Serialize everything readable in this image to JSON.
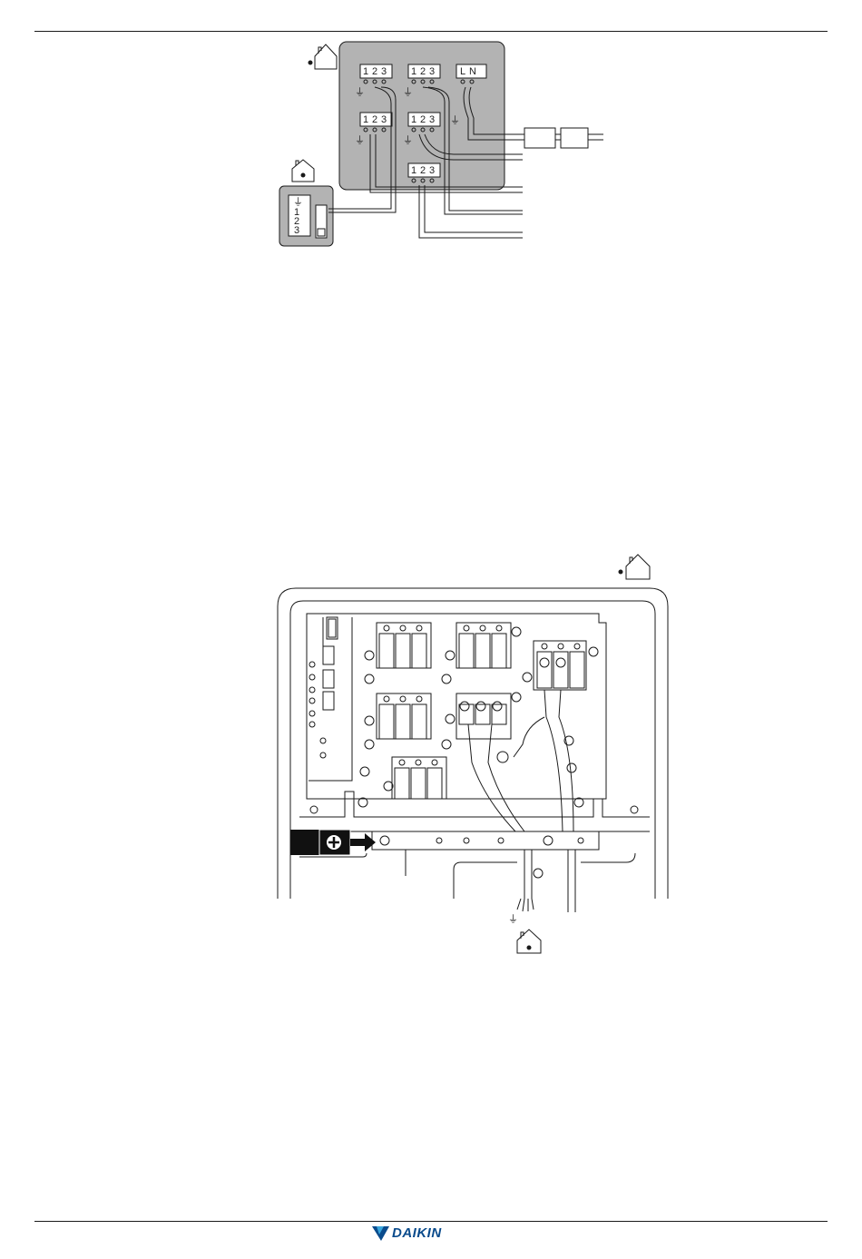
{
  "diagram_top": {
    "terminal_strips": [
      {
        "digits": [
          "1",
          "2",
          "3"
        ]
      },
      {
        "digits": [
          "1",
          "2",
          "3"
        ]
      },
      {
        "digits": [
          "L",
          "N"
        ]
      },
      {
        "digits": [
          "1",
          "2",
          "3"
        ]
      },
      {
        "digits": [
          "1",
          "2",
          "3"
        ]
      },
      {
        "digits": [
          "1",
          "2",
          "3"
        ]
      }
    ],
    "remote_terminal": {
      "digits": [
        "1",
        "2",
        "3"
      ]
    }
  },
  "footer": {
    "brand": "DAIKIN",
    "brand_color": "#0a4b8c"
  },
  "colors": {
    "panel_fill": "#b3b3b3",
    "line": "#1a1a1a"
  }
}
